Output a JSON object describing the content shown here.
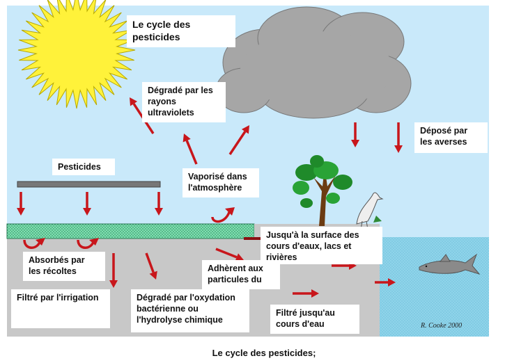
{
  "title": [
    "Le cycle des",
    "pesticides"
  ],
  "labels": {
    "uv": [
      "Dégradé par les",
      "rayons",
      "ultraviolets"
    ],
    "rain": [
      "Déposé par",
      "les averses"
    ],
    "pesticides": [
      "Pesticides"
    ],
    "vapor": [
      "Vaporisé dans",
      "l'atmosphère"
    ],
    "surface": [
      "Jusqu'à la surface des",
      "cours d'eaux, lacs et",
      "rivières"
    ],
    "crops": [
      "Absorbés par",
      "les récoltes"
    ],
    "irrigation": [
      "Filtré par l'irrigation"
    ],
    "adherent": [
      "Adhèrent aux",
      "particules du"
    ],
    "oxidation": [
      "Dégradé par l'oxydation",
      "bactérienne ou",
      "l'hydrolyse chimique"
    ],
    "filtered": [
      "Filtré jusqu'au",
      "cours d'eau"
    ]
  },
  "credit": "R. Cooke 2000",
  "caption": "Le cycle des pesticides;",
  "colors": {
    "sky": "#c9e9fa",
    "ground": "#c8c8c8",
    "field": "#7fe0b0",
    "water": "#8fd4ea",
    "sun": "#fff23a",
    "cloud": "#a6a6a6",
    "arrow": "#c8161b",
    "bar": "#777777"
  }
}
